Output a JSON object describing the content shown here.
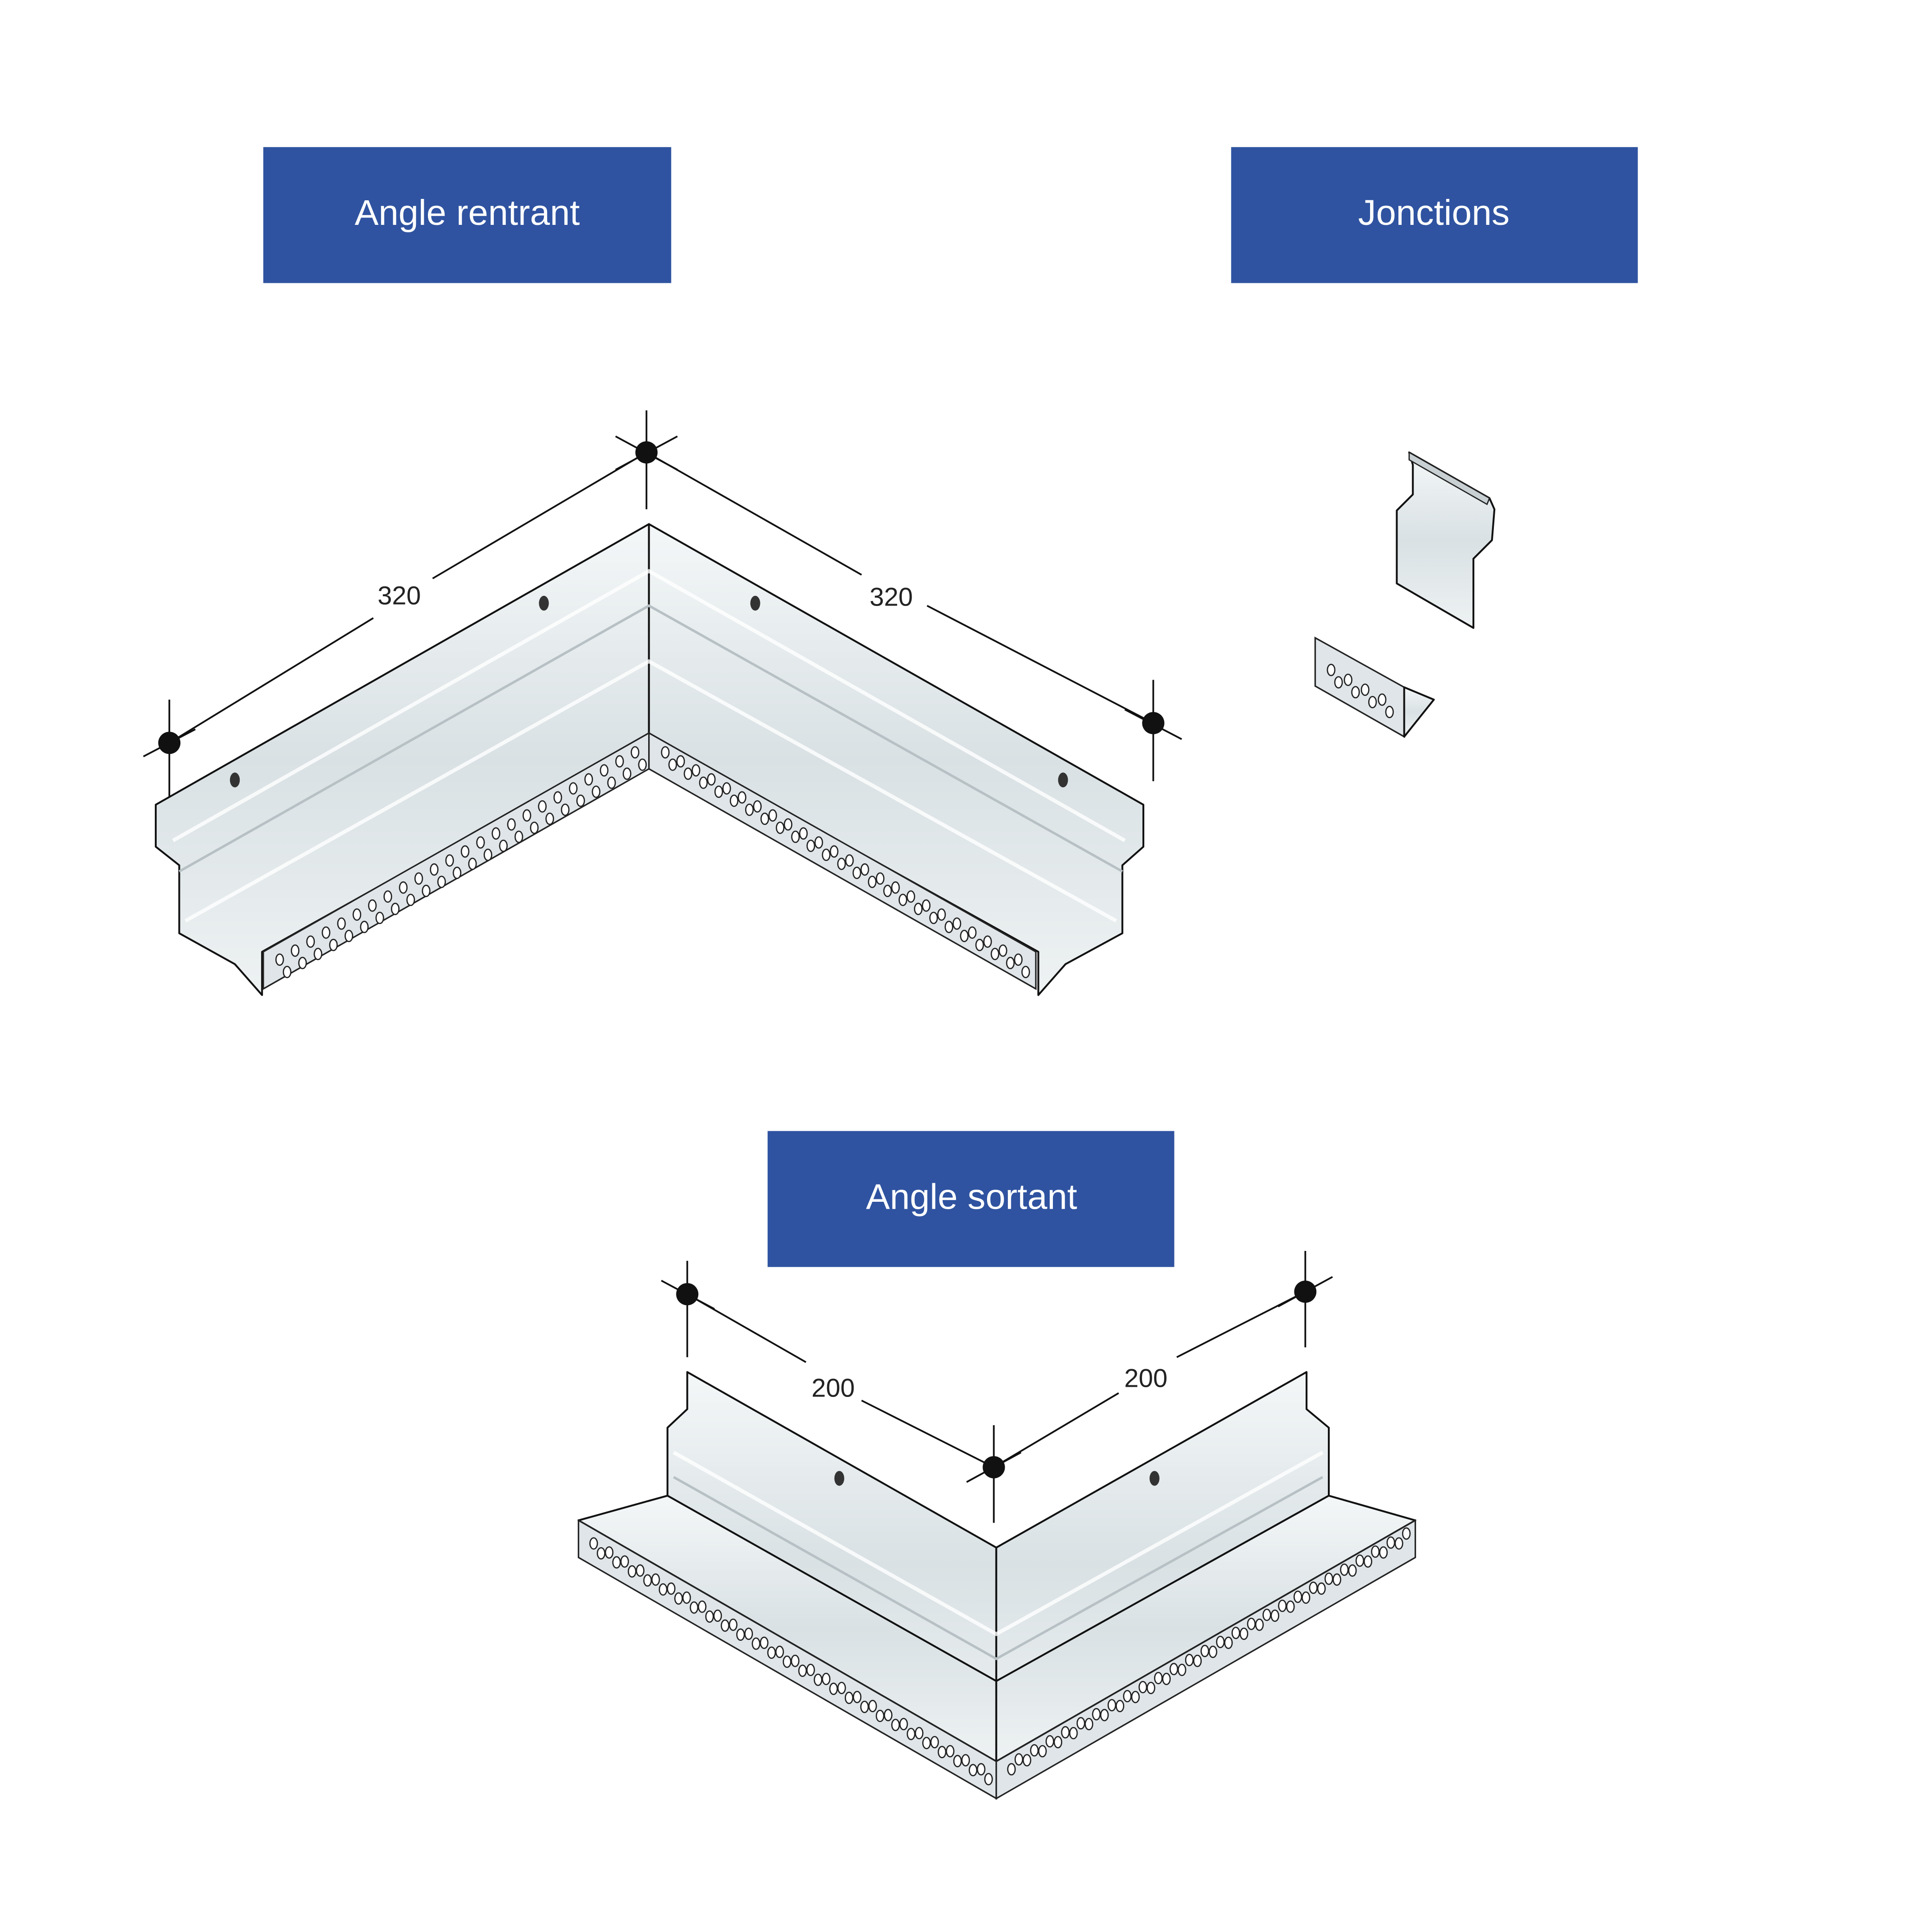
{
  "labels": {
    "angle_rentrant": "Angle rentrant",
    "jonctions": "Jonctions",
    "angle_sortant": "Angle sortant"
  },
  "dimensions": {
    "rentrant_left": "320",
    "rentrant_right": "320",
    "sortant_left": "200",
    "sortant_right": "200"
  },
  "colors": {
    "label_bg": "#2F53A0",
    "label_text": "#FFFFFF",
    "metal": "#E3EAED"
  }
}
